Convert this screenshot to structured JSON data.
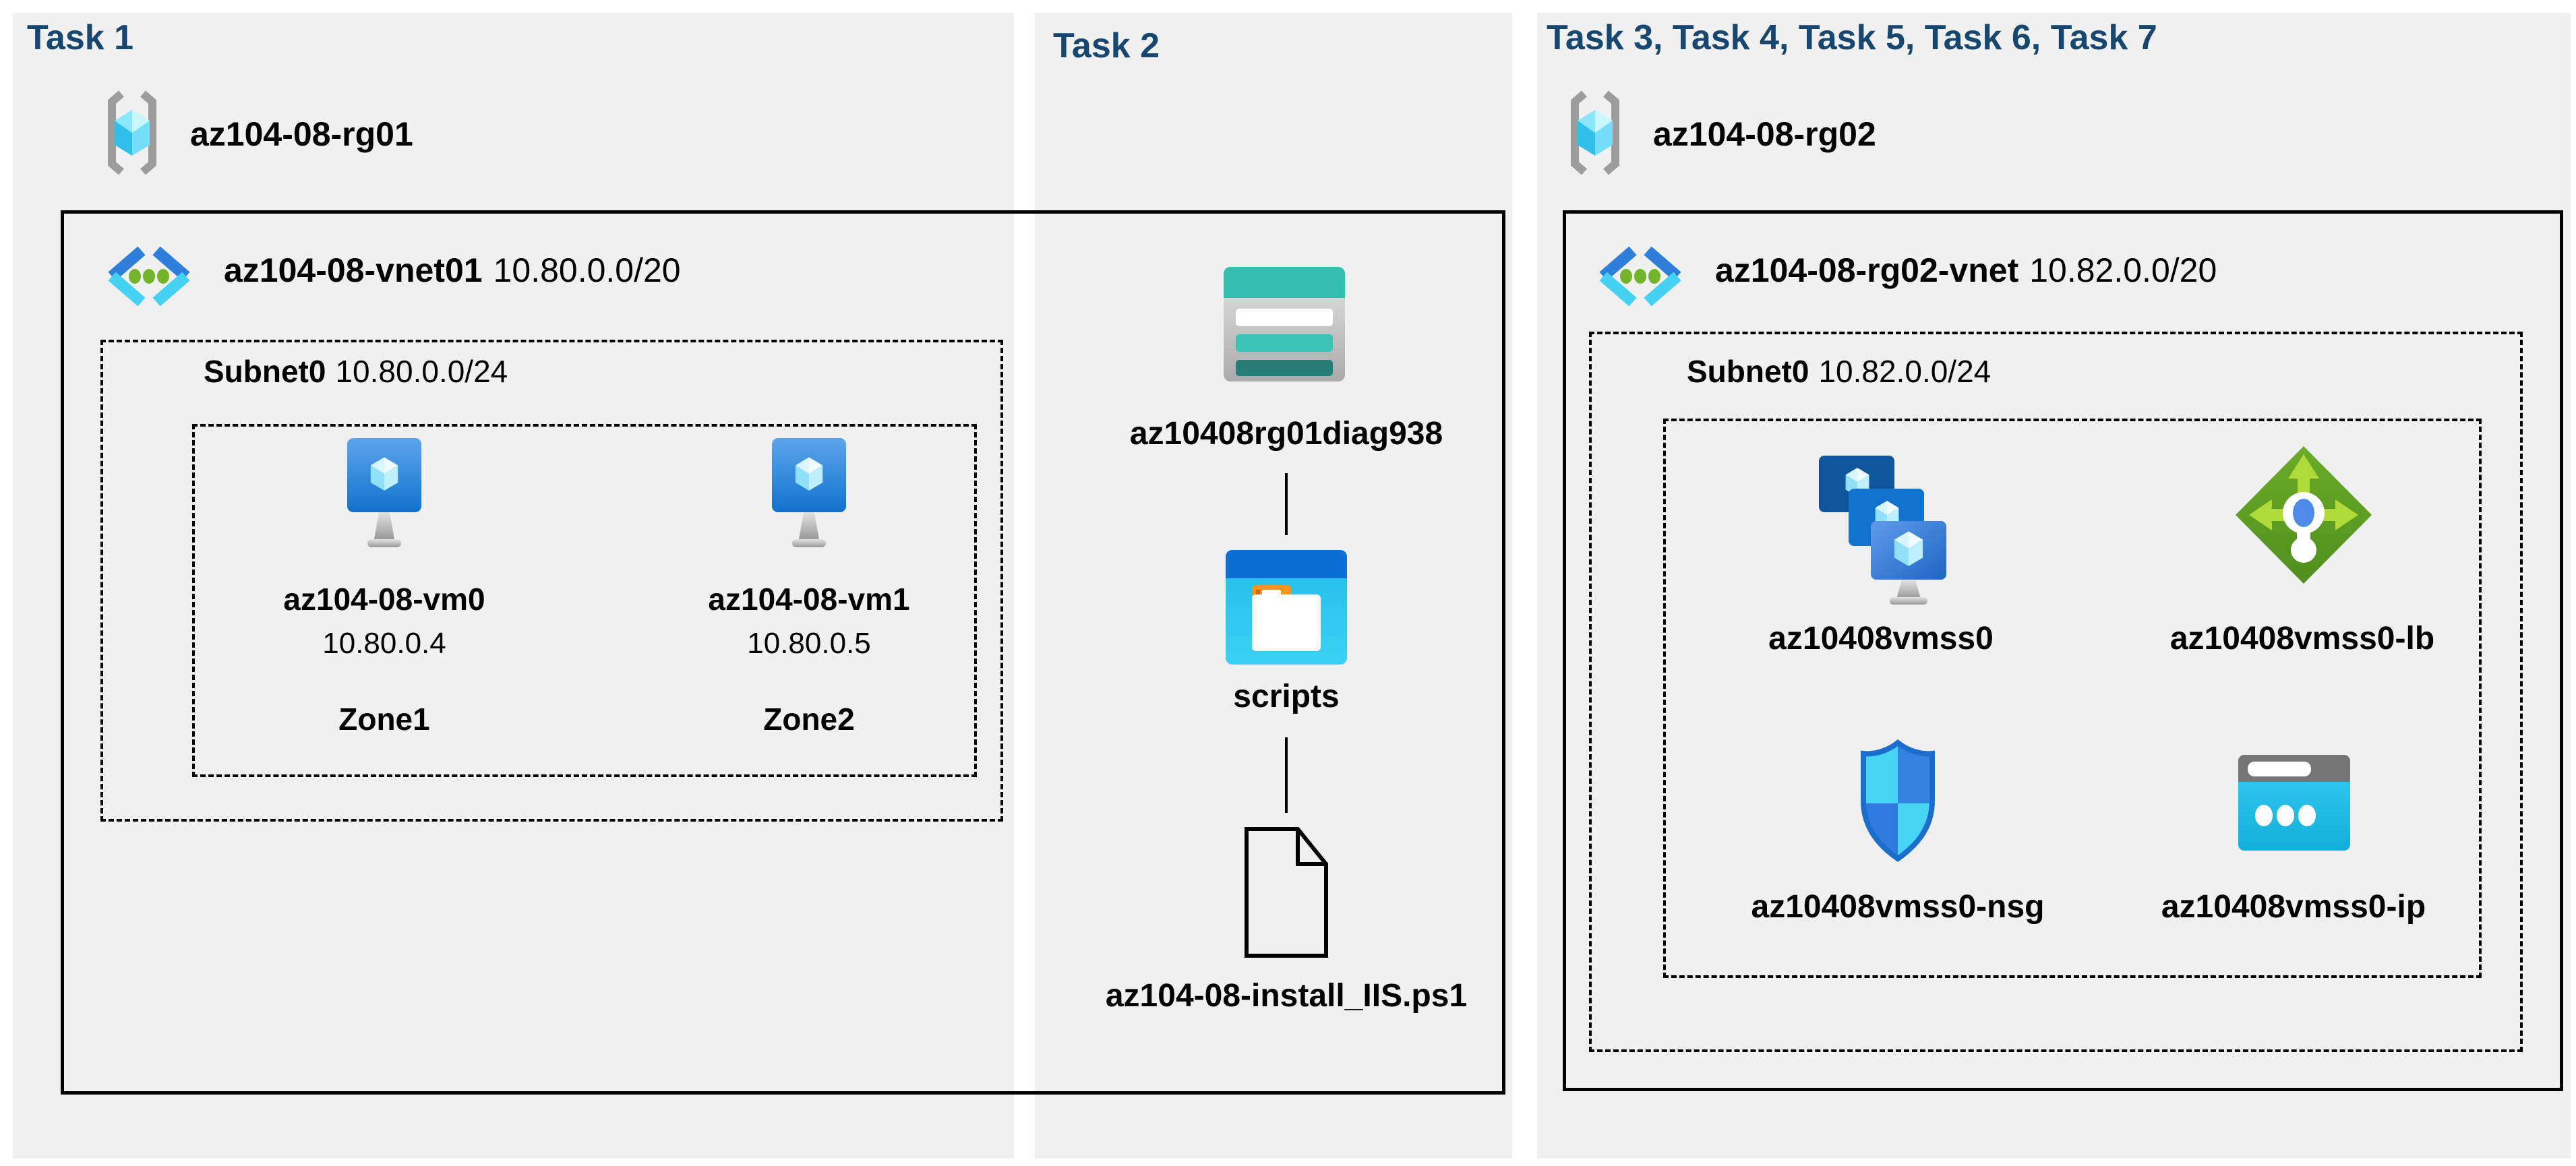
{
  "task1": {
    "title": "Task 1",
    "resource_group": "az104-08-rg01",
    "vnet": {
      "name": "az104-08-vnet01",
      "cidr": "10.80.0.0/20"
    },
    "subnet": {
      "name": "Subnet0",
      "cidr": "10.80.0.0/24"
    },
    "vm0": {
      "name": "az104-08-vm0",
      "ip": "10.80.0.4",
      "zone": "Zone1"
    },
    "vm1": {
      "name": "az104-08-vm1",
      "ip": "10.80.0.5",
      "zone": "Zone2"
    }
  },
  "task2": {
    "title": "Task 2",
    "storage_account": "az10408rg01diag938",
    "container": "scripts",
    "script_file": "az104-08-install_IIS.ps1"
  },
  "task3": {
    "title": "Task 3, Task 4, Task 5, Task 6, Task 7",
    "resource_group": "az104-08-rg02",
    "vnet": {
      "name": "az104-08-rg02-vnet",
      "cidr": "10.82.0.0/20"
    },
    "subnet": {
      "name": "Subnet0",
      "cidr": "10.82.0.0/24"
    },
    "vmss": "az10408vmss0",
    "load_balancer": "az10408vmss0-lb",
    "nsg": "az10408vmss0-nsg",
    "public_ip": "az10408vmss0-ip"
  },
  "icons": {
    "resource-group-icon": "gray brackets around cyan cube",
    "virtual-network-icon": "blue/cyan chevrons with three green dots",
    "virtual-machine-icon": "blue monitor with cyan cube and gray stand",
    "storage-account-icon": "teal header card with white/teal/dark-teal bars",
    "blob-container-icon": "blue header cyan card with white folder and orange tab",
    "file-icon": "black outlined document with folded corner",
    "vmss-icon": "three stacked blue monitors with cubes",
    "load-balancer-icon": "green diamond with arrows and white circles",
    "nsg-icon": "blue/cyan quartered shield",
    "public-ip-icon": "gray header card with cyan body and three white dots"
  },
  "colors": {
    "heading": "#17466F",
    "panel_bg": "#F0F0F1",
    "border": "#000000",
    "vm_blue_top": "#5CA5EC",
    "vm_blue_bottom": "#1272CC",
    "storage_teal": "#35BFAF",
    "storage_teal_dark": "#257F76",
    "container_blue": "#0B6FD3",
    "container_cyan": "#2BC4EE",
    "lb_green": "#5D9E23",
    "lb_arrow_green": "#AFDA3A",
    "nsg_cyan": "#47D4F6",
    "nsg_blue": "#3483E1",
    "ip_cyan": "#24C0EA",
    "gray": "#9C9C9C"
  }
}
